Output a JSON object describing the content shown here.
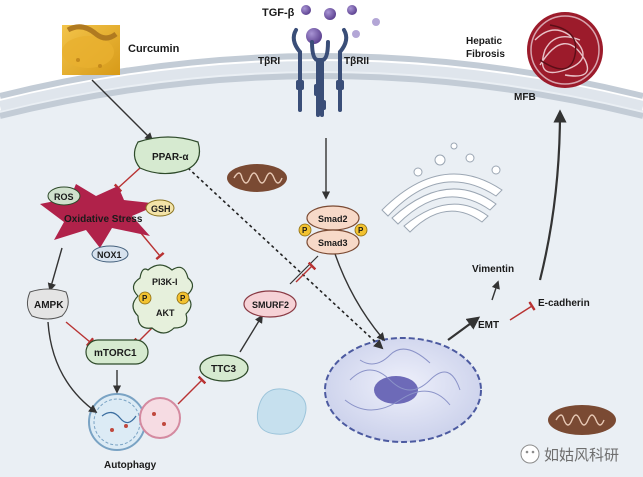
{
  "labels": {
    "tgf_beta": "TGF-β",
    "tbri": "TβRI",
    "tbrii": "TβRII",
    "curcumin": "Curcumin",
    "hepatic": "Hepatic",
    "fibrosis": "Fibrosis",
    "mfb": "MFB",
    "ppar": "PPAR-α",
    "ros": "ROS",
    "gsh": "GSH",
    "oxidative_stress": "Oxidative Stress",
    "nox1": "NOX1",
    "pi3k": "PI3K-I",
    "akt": "AKT",
    "p": "P",
    "ampk": "AMPK",
    "mtorc1": "mTORC1",
    "ttc3": "TTC3",
    "smurf2": "SMURF2",
    "smad2": "Smad2",
    "smad3": "Smad3",
    "vimentin": "Vimentin",
    "emt": "EMT",
    "ecadherin": "E-cadherin",
    "autophagy": "Autophagy",
    "watermark": "如姑风科研"
  },
  "colors": {
    "membrane": "#c9d2dc",
    "cytoplasm": "#e9eef3",
    "node_fill": "#d6ead0",
    "node_stroke": "#2e4a2a",
    "phospho": "#f2c230",
    "smad": "#f7d9c8",
    "smurf": "#f6d2d6",
    "inhibit": "#b83232",
    "receptor": "#3a4e78",
    "ligand": "#7a5aa8",
    "stress": "#b0224a",
    "nucleus": "#d9def2",
    "mfb": "#9c1b2b",
    "mito": "#7a4a33"
  },
  "icons": {
    "curcumin": "curcumin-image-icon",
    "mitochondrion": "mitochondrion-icon",
    "golgi": "golgi-icon",
    "nucleus": "nucleus-icon",
    "autophagosome": "autophagosome-icon",
    "vesicle": "vesicle-icon",
    "mfb": "myofibroblast-icon"
  }
}
